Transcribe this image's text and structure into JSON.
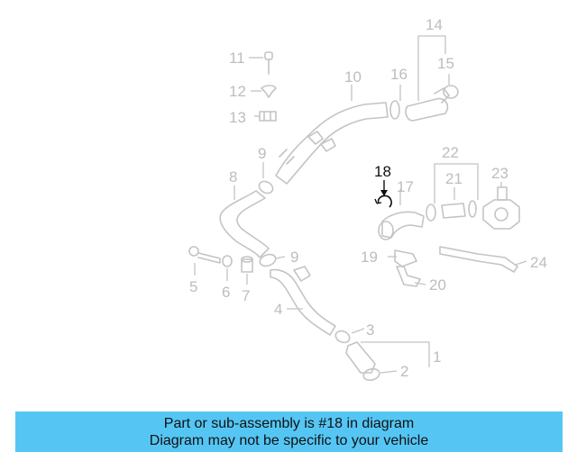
{
  "diagram": {
    "callouts": {
      "c1": "1",
      "c2": "2",
      "c3": "3",
      "c4": "4",
      "c5": "5",
      "c6": "6",
      "c7": "7",
      "c8": "8",
      "c9a": "9",
      "c9b": "9",
      "c10": "10",
      "c11": "11",
      "c12": "12",
      "c13": "13",
      "c14": "14",
      "c15": "15",
      "c16": "16",
      "c17": "17",
      "c18": "18",
      "c19": "19",
      "c20": "20",
      "c21": "21",
      "c22": "22",
      "c23": "23",
      "c24": "24"
    },
    "highlighted_part": "18",
    "colors": {
      "part_line": "#c4c4c4",
      "highlight": "#111111",
      "banner": "#55c6f4"
    }
  },
  "banner": {
    "line1": "Part or sub-assembly is #18 in diagram",
    "line2": "Diagram may not be specific to your vehicle"
  }
}
